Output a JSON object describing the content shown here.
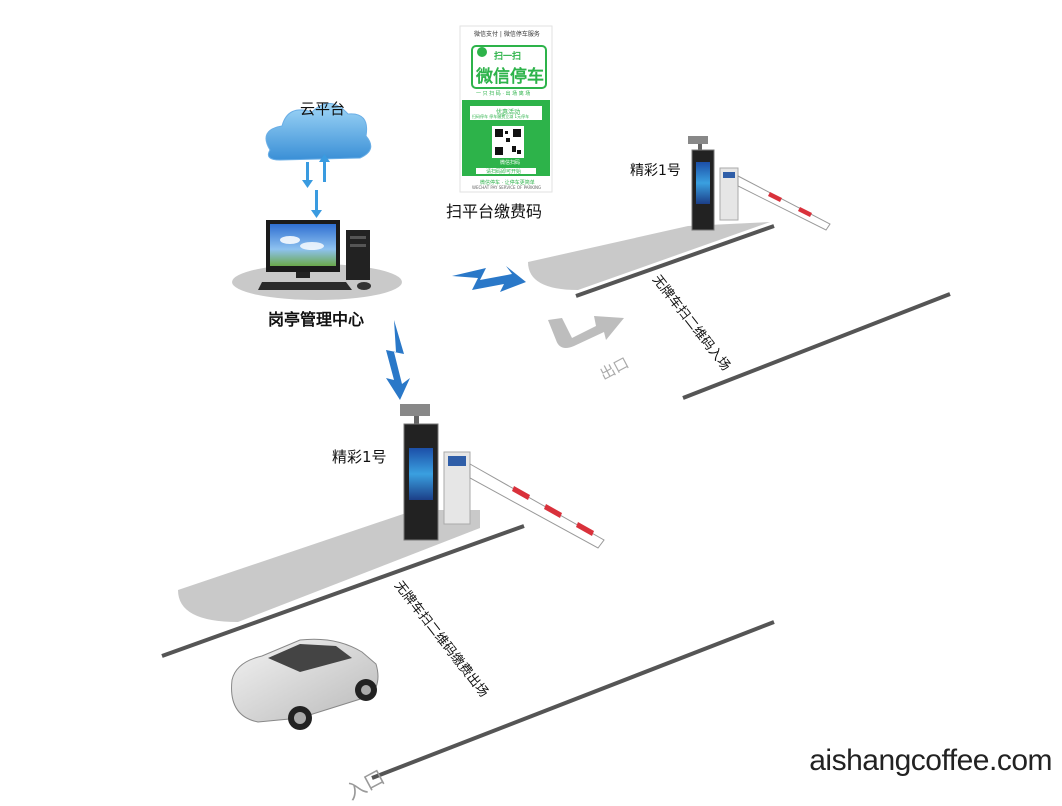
{
  "labels": {
    "cloud": "云平台",
    "booth": "岗亭管理中心",
    "scan_pay": "扫平台缴费码",
    "terminal_top": "精彩1号",
    "terminal_bottom": "精彩1号",
    "exit": "出口",
    "entry": "入口",
    "lane_top": "无牌车扫二维码入场",
    "lane_bottom": "无牌车扫二维码缴费出场"
  },
  "poster": {
    "header": "微信支付 | 微信停车服务",
    "slogan_top": "扫一扫",
    "slogan_main": "微信停车",
    "tagline": "一 只 扫 码  ·  出 场 离 场",
    "promo_title": "优惠活动",
    "promo_line": "扫码停车  停车缴费立减  1元停车",
    "scan_hint": "微信扫码",
    "button": "请扫码即可开始",
    "footer1": "微信停车 · 让停车更简单",
    "footer2": "WECHAT PAY SERVICE OF PARKING"
  },
  "watermark": "aishangcoffee.com",
  "colors": {
    "wechat_green": "#2db34a",
    "arrow_blue": "#2a78c8",
    "pad_gray": "#c9c9c9",
    "line_gray": "#555555",
    "barrier_red": "#d9313b"
  }
}
